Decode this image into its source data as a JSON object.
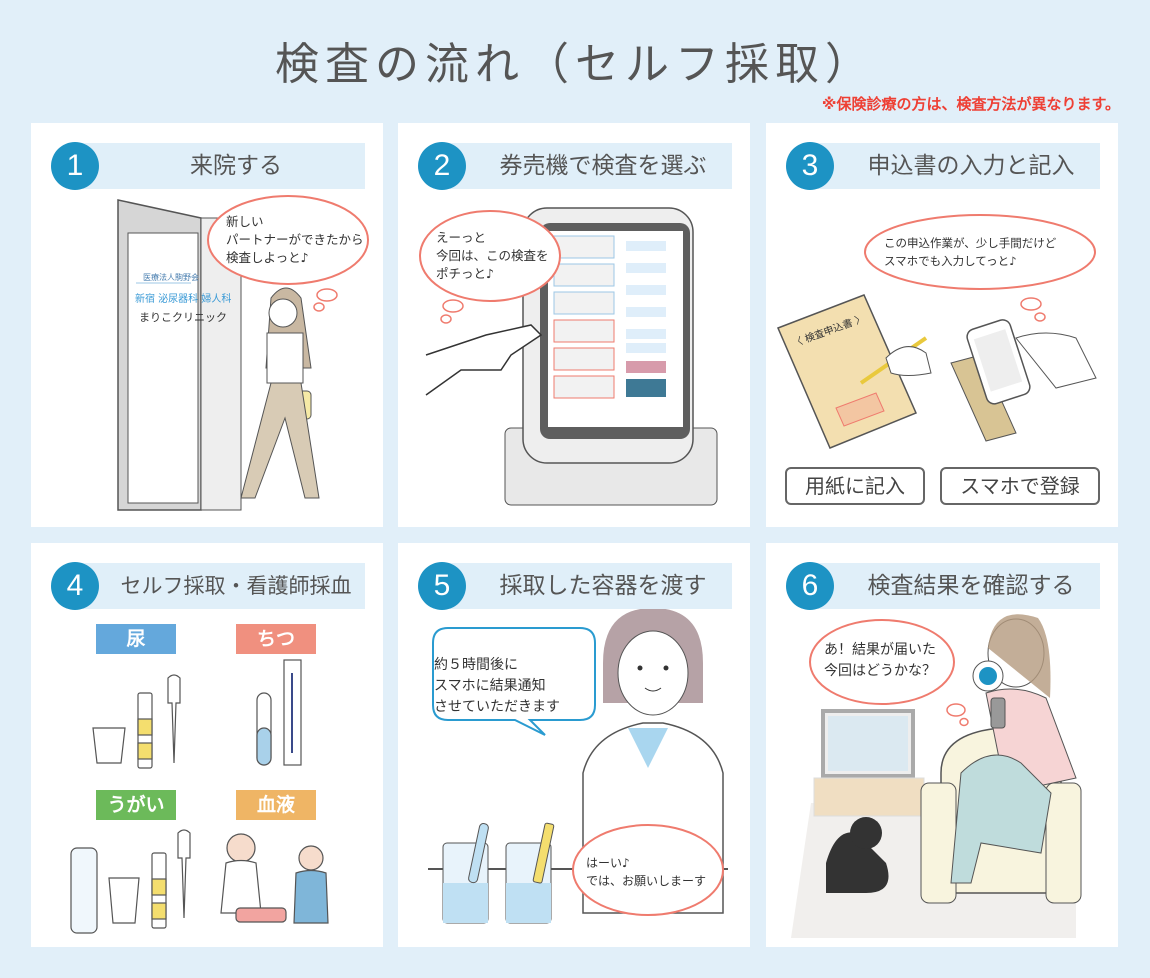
{
  "title": "検査の流れ（セルフ採取）",
  "note": "※保険診療の方は、検査方法が異なります。",
  "colors": {
    "background": "#e1eff9",
    "step_circle": "#1d93c4",
    "step_bar": "#e0eff9",
    "note": "#ee4035",
    "bubble_pink": "#ef7b6e",
    "bubble_blue": "#2a9bd0"
  },
  "steps": [
    {
      "number": "1",
      "label": "来院する",
      "bubble": "新しい\nパートナーができたから\n検査しよっと♪",
      "sign": {
        "org": "医療法人駒野会",
        "depts": "新宿 泌尿器科 婦人科",
        "clinic": "まりこクリニック"
      }
    },
    {
      "number": "2",
      "label": "券売機で検査を選ぶ",
      "bubble": "えーっと\n今回は、この検査を\nポチっと♪"
    },
    {
      "number": "3",
      "label": "申込書の入力と記入",
      "bubble": "この申込作業が、少し手間だけど\nスマホでも入力してっと♪",
      "form_title": "〈 検査申込書 〉",
      "buttons": [
        "用紙に記入",
        "スマホで登録"
      ]
    },
    {
      "number": "4",
      "label": "セルフ採取・看護師採血",
      "tags": [
        {
          "label": "尿",
          "color": "#64a8dc"
        },
        {
          "label": "ちつ",
          "color": "#f0907f"
        },
        {
          "label": "うがい",
          "color": "#6cba5a"
        },
        {
          "label": "血液",
          "color": "#efb565"
        }
      ]
    },
    {
      "number": "5",
      "label": "採取した容器を渡す",
      "bubble_staff": "約５時間後に\nスマホに結果通知\nさせていただきます",
      "bubble_patient": "はーい♪\nでは、お願いしまーす"
    },
    {
      "number": "6",
      "label": "検査結果を確認する",
      "bubble": "あ！結果が届いた\n今回はどうかな？"
    }
  ]
}
